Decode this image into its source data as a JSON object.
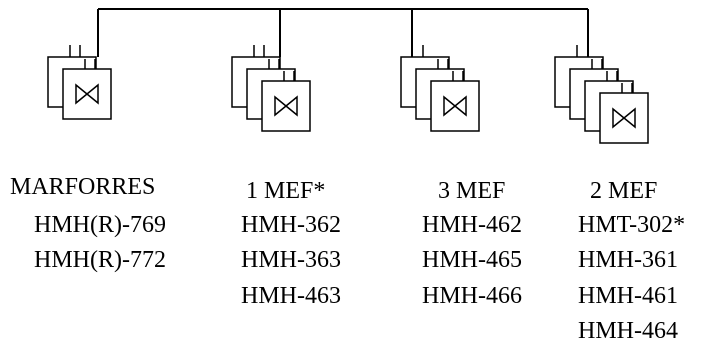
{
  "colors": {
    "line": "#000000",
    "box_fill": "#ffffff",
    "background": "#ffffff"
  },
  "icon": "bowtie-symbol",
  "groups": [
    {
      "name": "MARFORRES",
      "stack_count": 2,
      "units": [
        "HMH(R)-769",
        "HMH(R)-772"
      ]
    },
    {
      "name": "1 MEF*",
      "stack_count": 3,
      "units": [
        "HMH-362",
        "HMH-363",
        "HMH-463"
      ]
    },
    {
      "name": "3 MEF",
      "stack_count": 3,
      "units": [
        "HMH-462",
        "HMH-465",
        "HMH-466"
      ]
    },
    {
      "name": "2 MEF",
      "stack_count": 4,
      "units": [
        "HMT-302*",
        "HMH-361",
        "HMH-461",
        "HMH-464"
      ]
    }
  ]
}
